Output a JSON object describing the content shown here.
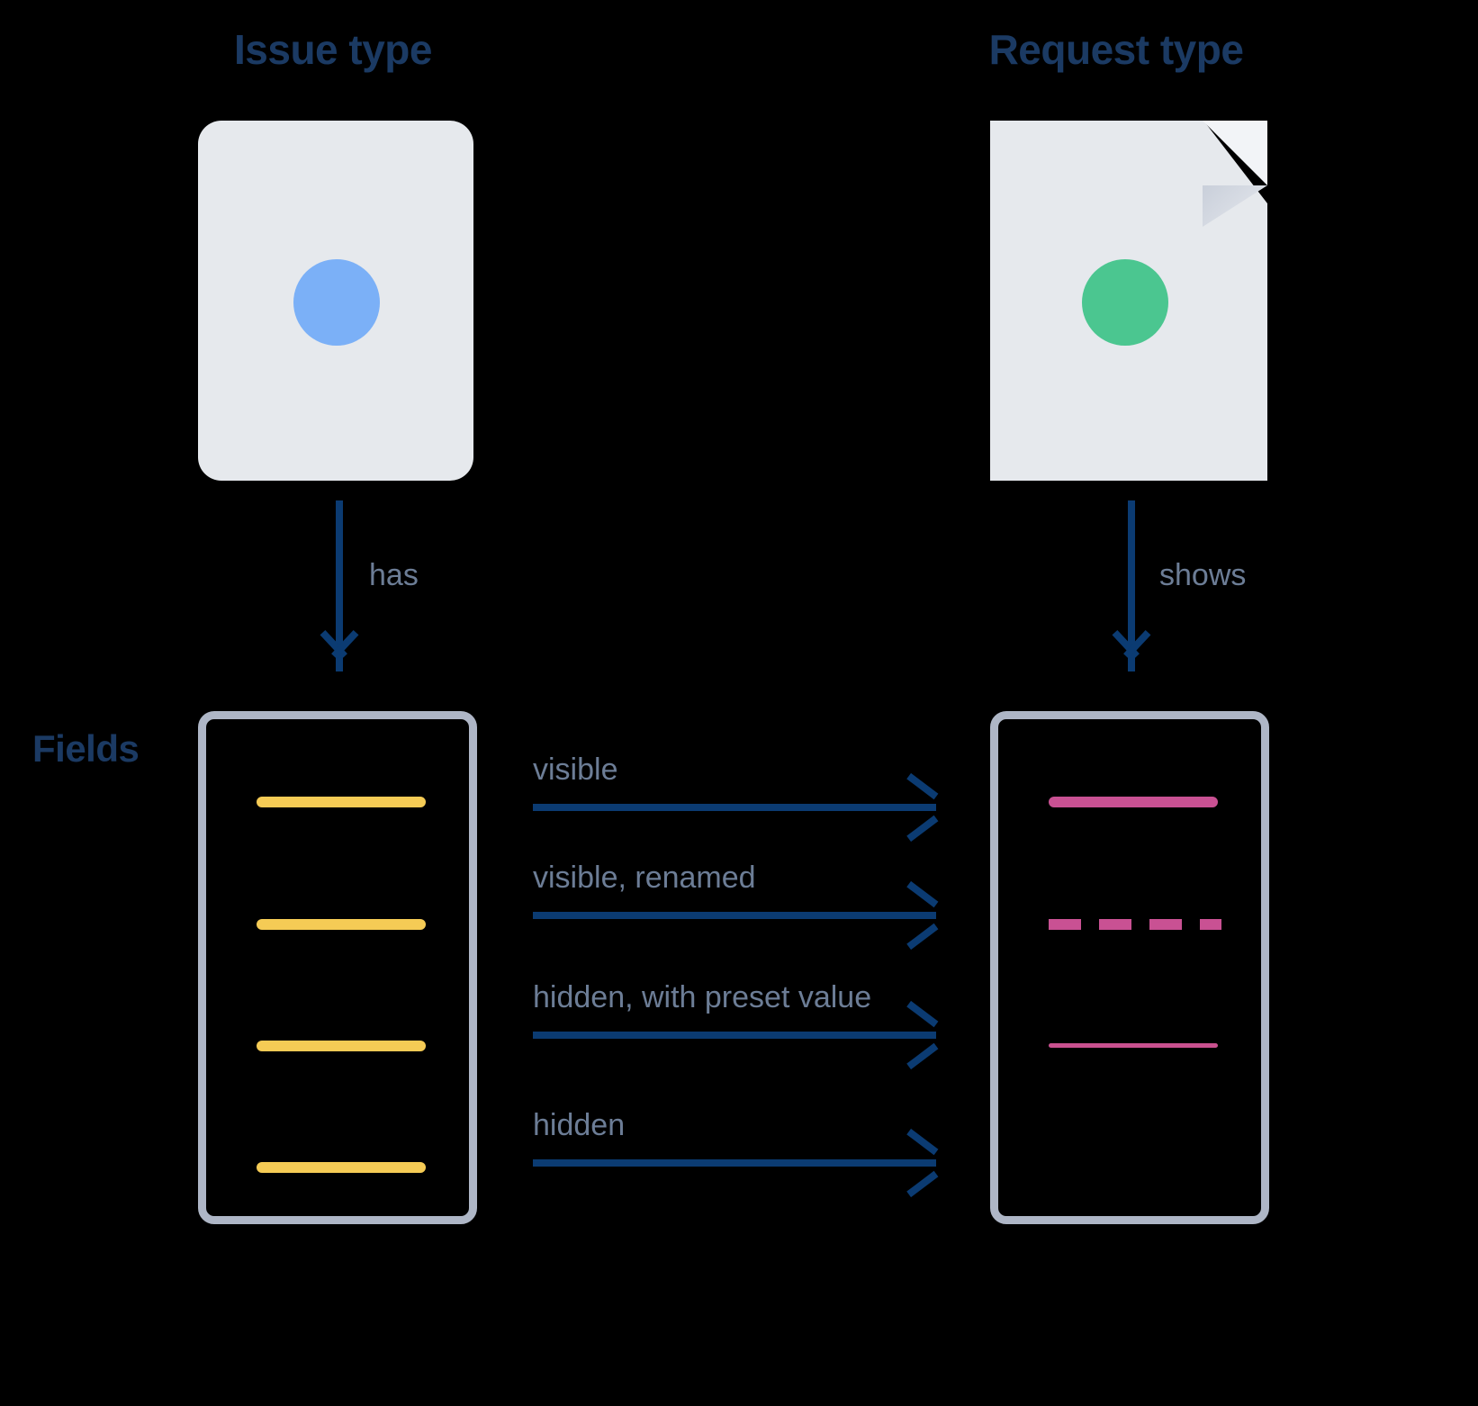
{
  "titles": {
    "issue_type": "Issue type",
    "request_type": "Request type",
    "fields": "Fields"
  },
  "vertical_arrows": [
    {
      "name": "has-arrow",
      "label": "has"
    },
    {
      "name": "shows-arrow",
      "label": "shows"
    }
  ],
  "mappings": [
    {
      "label": "visible",
      "style": "solid-thick"
    },
    {
      "label": "visible, renamed",
      "style": "dashed-thick"
    },
    {
      "label": "hidden, with preset value",
      "style": "thin"
    },
    {
      "label": "hidden",
      "style": "none"
    }
  ],
  "issue_fields": [
    {
      "name": "issue-field-1"
    },
    {
      "name": "issue-field-2"
    },
    {
      "name": "issue-field-3"
    },
    {
      "name": "issue-field-4"
    }
  ],
  "request_fields": [
    {
      "name": "request-field-1",
      "style": "solid-thick"
    },
    {
      "name": "request-field-2",
      "style": "dashed-thick"
    },
    {
      "name": "request-field-3",
      "style": "thin"
    }
  ],
  "icons": {
    "issue_type": "blue-circle-icon",
    "request_type": "green-circle-icon",
    "document": "document-page-icon"
  },
  "colors": {
    "title_navy": "#1B3A63",
    "label_gray": "#6C7D96",
    "arrow_navy": "#0B3B72",
    "card_gray": "#E6E9ED",
    "box_border": "#AEB6C6",
    "issue_dot": "#7BB0F7",
    "request_dot": "#4BC690",
    "issue_field_yellow": "#F5CB55",
    "request_field_pink": "#C95193",
    "background": "#000000"
  }
}
